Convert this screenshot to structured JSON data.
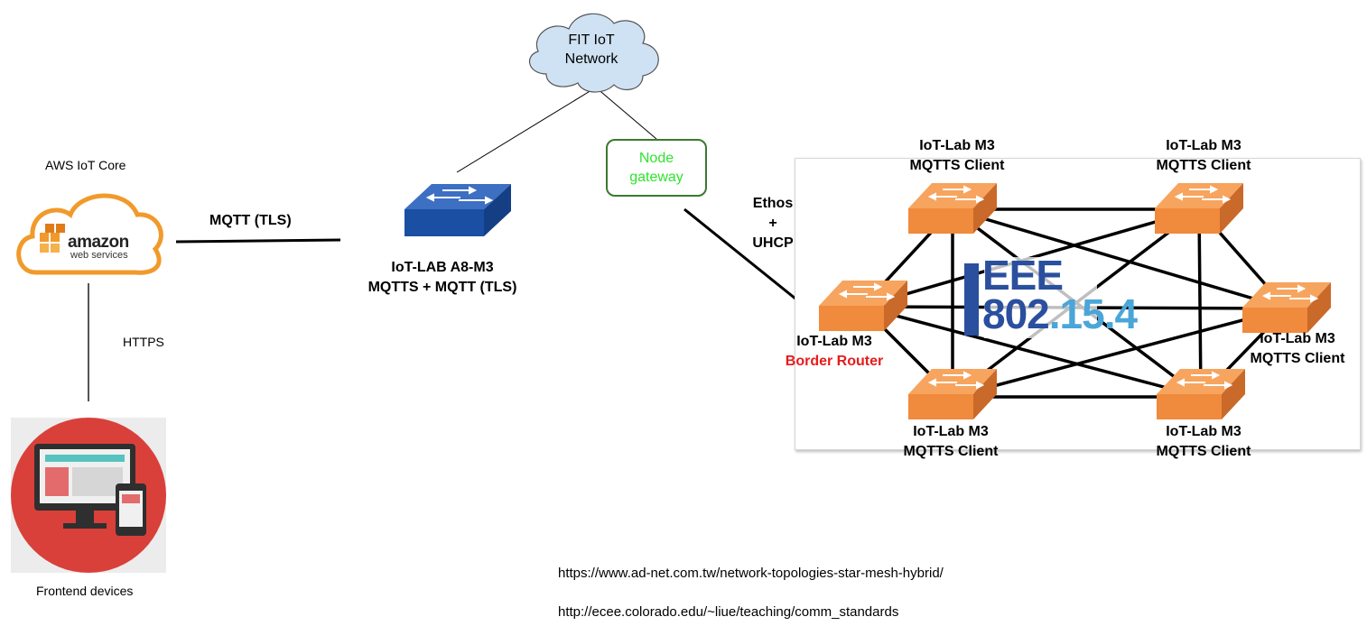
{
  "aws": {
    "title": "AWS IoT Core",
    "logo_word": "amazon",
    "logo_sub": "web services"
  },
  "links": {
    "mqtt_tls": "MQTT (TLS)",
    "https": "HTTPS",
    "ethos_1": "Ethos",
    "ethos_2": "+",
    "ethos_3": "UHCP"
  },
  "frontend": {
    "label": "Frontend devices"
  },
  "cloud": {
    "line1": "FIT IoT",
    "line2": "Network"
  },
  "gateway": {
    "line1": "Node",
    "line2": "gateway"
  },
  "a8": {
    "line1": "IoT-LAB A8-M3",
    "line2": "MQTTS + MQTT (TLS)"
  },
  "nodes": {
    "top_left": {
      "line1": "IoT-Lab M3",
      "line2": "MQTTS Client"
    },
    "top_right": {
      "line1": "IoT-Lab M3",
      "line2": "MQTTS Client"
    },
    "border": {
      "line1": "IoT-Lab M3",
      "line2": "Border Router"
    },
    "right": {
      "line1": "IoT-Lab M3",
      "line2": "MQTTS Client"
    },
    "bottom_left": {
      "line1": "IoT-Lab M3",
      "line2": "MQTTS Client"
    },
    "bottom_right": {
      "line1": "IoT-Lab M3",
      "line2": "MQTTS Client"
    }
  },
  "ieee": {
    "line1": "EEE",
    "line2a": "802",
    "line2b": ".15.4"
  },
  "sources": {
    "url1": "https://www.ad-net.com.tw/network-topologies-star-mesh-hybrid/",
    "url2": "http://ecee.colorado.edu/~liue/teaching/comm_standards"
  },
  "colors": {
    "switch_blue": "#1a4fa3",
    "switch_orange": "#f08a3c",
    "cloud_fill": "#cfe2f3",
    "gateway_text": "#2ee32e",
    "border_router": "#e51c1c",
    "aws_orange": "#f19a2b",
    "frontend_red": "#d9403a",
    "ieee_blue": "#2a4f9e"
  }
}
